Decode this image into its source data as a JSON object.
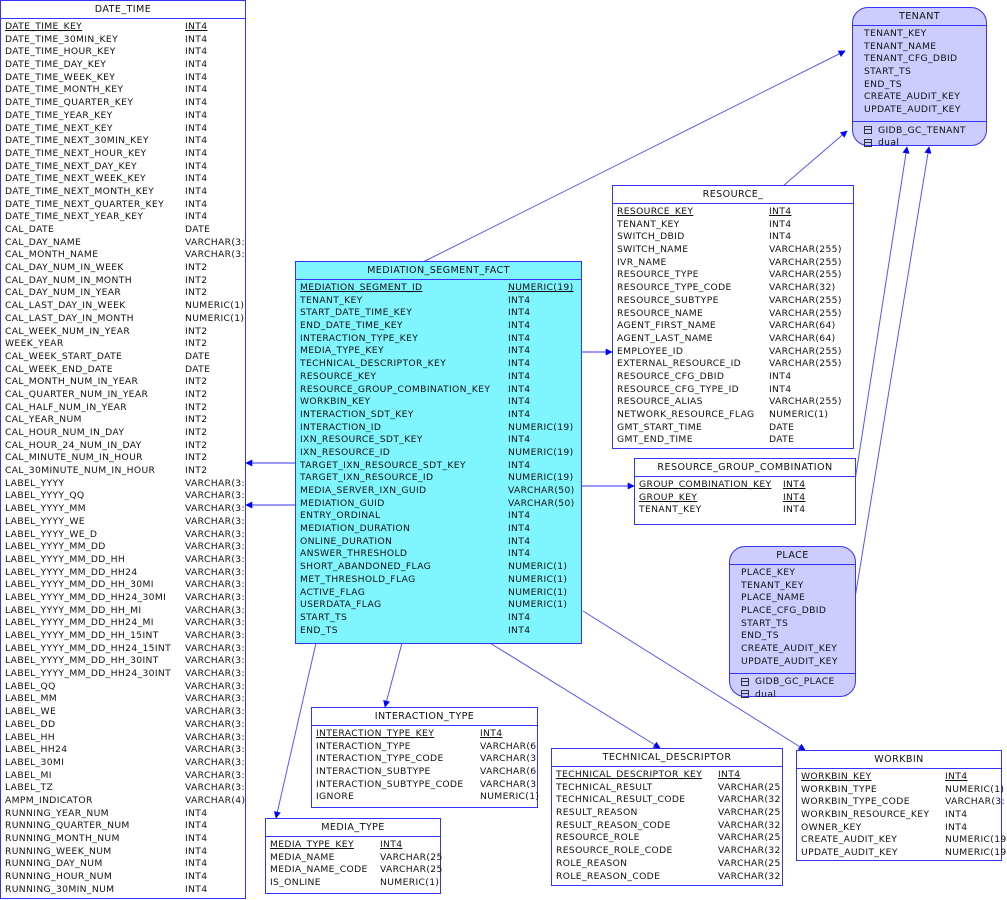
{
  "diagram": {
    "type": "entity-relationship",
    "colors": {
      "line": "#3333ff",
      "fact_fill": "#7ff5ff",
      "view_fill": "#ccccff",
      "table_fill": "#ffffff"
    }
  },
  "entities": {
    "date_time": {
      "name": "DATE_TIME",
      "columns": [
        {
          "name": "DATE_TIME_KEY",
          "type": "INT4",
          "pk": true
        },
        {
          "name": "DATE_TIME_30MIN_KEY",
          "type": "INT4"
        },
        {
          "name": "DATE_TIME_HOUR_KEY",
          "type": "INT4"
        },
        {
          "name": "DATE_TIME_DAY_KEY",
          "type": "INT4"
        },
        {
          "name": "DATE_TIME_WEEK_KEY",
          "type": "INT4"
        },
        {
          "name": "DATE_TIME_MONTH_KEY",
          "type": "INT4"
        },
        {
          "name": "DATE_TIME_QUARTER_KEY",
          "type": "INT4"
        },
        {
          "name": "DATE_TIME_YEAR_KEY",
          "type": "INT4"
        },
        {
          "name": "DATE_TIME_NEXT_KEY",
          "type": "INT4"
        },
        {
          "name": "DATE_TIME_NEXT_30MIN_KEY",
          "type": "INT4"
        },
        {
          "name": "DATE_TIME_NEXT_HOUR_KEY",
          "type": "INT4"
        },
        {
          "name": "DATE_TIME_NEXT_DAY_KEY",
          "type": "INT4"
        },
        {
          "name": "DATE_TIME_NEXT_WEEK_KEY",
          "type": "INT4"
        },
        {
          "name": "DATE_TIME_NEXT_MONTH_KEY",
          "type": "INT4"
        },
        {
          "name": "DATE_TIME_NEXT_QUARTER_KEY",
          "type": "INT4"
        },
        {
          "name": "DATE_TIME_NEXT_YEAR_KEY",
          "type": "INT4"
        },
        {
          "name": "CAL_DATE",
          "type": "DATE"
        },
        {
          "name": "CAL_DAY_NAME",
          "type": "VARCHAR(3:"
        },
        {
          "name": "CAL_MONTH_NAME",
          "type": "VARCHAR(3:"
        },
        {
          "name": "CAL_DAY_NUM_IN_WEEK",
          "type": "INT2"
        },
        {
          "name": "CAL_DAY_NUM_IN_MONTH",
          "type": "INT2"
        },
        {
          "name": "CAL_DAY_NUM_IN_YEAR",
          "type": "INT2"
        },
        {
          "name": "CAL_LAST_DAY_IN_WEEK",
          "type": "NUMERIC(1)"
        },
        {
          "name": "CAL_LAST_DAY_IN_MONTH",
          "type": "NUMERIC(1)"
        },
        {
          "name": "CAL_WEEK_NUM_IN_YEAR",
          "type": "INT2"
        },
        {
          "name": "WEEK_YEAR",
          "type": "INT2"
        },
        {
          "name": "CAL_WEEK_START_DATE",
          "type": "DATE"
        },
        {
          "name": "CAL_WEEK_END_DATE",
          "type": "DATE"
        },
        {
          "name": "CAL_MONTH_NUM_IN_YEAR",
          "type": "INT2"
        },
        {
          "name": "CAL_QUARTER_NUM_IN_YEAR",
          "type": "INT2"
        },
        {
          "name": "CAL_HALF_NUM_IN_YEAR",
          "type": "INT2"
        },
        {
          "name": "CAL_YEAR_NUM",
          "type": "INT2"
        },
        {
          "name": "CAL_HOUR_NUM_IN_DAY",
          "type": "INT2"
        },
        {
          "name": "CAL_HOUR_24_NUM_IN_DAY",
          "type": "INT2"
        },
        {
          "name": "CAL_MINUTE_NUM_IN_HOUR",
          "type": "INT2"
        },
        {
          "name": "CAL_30MINUTE_NUM_IN_HOUR",
          "type": "INT2"
        },
        {
          "name": "LABEL_YYYY",
          "type": "VARCHAR(3:"
        },
        {
          "name": "LABEL_YYYY_QQ",
          "type": "VARCHAR(3:"
        },
        {
          "name": "LABEL_YYYY_MM",
          "type": "VARCHAR(3:"
        },
        {
          "name": "LABEL_YYYY_WE",
          "type": "VARCHAR(3:"
        },
        {
          "name": "LABEL_YYYY_WE_D",
          "type": "VARCHAR(3:"
        },
        {
          "name": "LABEL_YYYY_MM_DD",
          "type": "VARCHAR(3:"
        },
        {
          "name": "LABEL_YYYY_MM_DD_HH",
          "type": "VARCHAR(3:"
        },
        {
          "name": "LABEL_YYYY_MM_DD_HH24",
          "type": "VARCHAR(3:"
        },
        {
          "name": "LABEL_YYYY_MM_DD_HH_30MI",
          "type": "VARCHAR(3:"
        },
        {
          "name": "LABEL_YYYY_MM_DD_HH24_30MI",
          "type": "VARCHAR(3:"
        },
        {
          "name": "LABEL_YYYY_MM_DD_HH_MI",
          "type": "VARCHAR(3:"
        },
        {
          "name": "LABEL_YYYY_MM_DD_HH24_MI",
          "type": "VARCHAR(3:"
        },
        {
          "name": "LABEL_YYYY_MM_DD_HH_15INT",
          "type": "VARCHAR(3:"
        },
        {
          "name": "LABEL_YYYY_MM_DD_HH24_15INT",
          "type": "VARCHAR(3:"
        },
        {
          "name": "LABEL_YYYY_MM_DD_HH_30INT",
          "type": "VARCHAR(3:"
        },
        {
          "name": "LABEL_YYYY_MM_DD_HH24_30INT",
          "type": "VARCHAR(3:"
        },
        {
          "name": "LABEL_QQ",
          "type": "VARCHAR(3:"
        },
        {
          "name": "LABEL_MM",
          "type": "VARCHAR(3:"
        },
        {
          "name": "LABEL_WE",
          "type": "VARCHAR(3:"
        },
        {
          "name": "LABEL_DD",
          "type": "VARCHAR(3:"
        },
        {
          "name": "LABEL_HH",
          "type": "VARCHAR(3:"
        },
        {
          "name": "LABEL_HH24",
          "type": "VARCHAR(3:"
        },
        {
          "name": "LABEL_30MI",
          "type": "VARCHAR(3:"
        },
        {
          "name": "LABEL_MI",
          "type": "VARCHAR(3:"
        },
        {
          "name": "LABEL_TZ",
          "type": "VARCHAR(3:"
        },
        {
          "name": "AMPM_INDICATOR",
          "type": "VARCHAR(4)"
        },
        {
          "name": "RUNNING_YEAR_NUM",
          "type": "INT4"
        },
        {
          "name": "RUNNING_QUARTER_NUM",
          "type": "INT4"
        },
        {
          "name": "RUNNING_MONTH_NUM",
          "type": "INT4"
        },
        {
          "name": "RUNNING_WEEK_NUM",
          "type": "INT4"
        },
        {
          "name": "RUNNING_DAY_NUM",
          "type": "INT4"
        },
        {
          "name": "RUNNING_HOUR_NUM",
          "type": "INT4"
        },
        {
          "name": "RUNNING_30MIN_NUM",
          "type": "INT4"
        }
      ]
    },
    "mediation_segment_fact": {
      "name": "MEDIATION_SEGMENT_FACT",
      "columns": [
        {
          "name": "MEDIATION_SEGMENT_ID",
          "type": "NUMERIC(19)",
          "pk": true
        },
        {
          "name": "TENANT_KEY",
          "type": "INT4"
        },
        {
          "name": "START_DATE_TIME_KEY",
          "type": "INT4"
        },
        {
          "name": "END_DATE_TIME_KEY",
          "type": "INT4"
        },
        {
          "name": "INTERACTION_TYPE_KEY",
          "type": "INT4"
        },
        {
          "name": "MEDIA_TYPE_KEY",
          "type": "INT4"
        },
        {
          "name": "TECHNICAL_DESCRIPTOR_KEY",
          "type": "INT4"
        },
        {
          "name": "RESOURCE_KEY",
          "type": "INT4"
        },
        {
          "name": "RESOURCE_GROUP_COMBINATION_KEY",
          "type": "INT4"
        },
        {
          "name": "WORKBIN_KEY",
          "type": "INT4"
        },
        {
          "name": "INTERACTION_SDT_KEY",
          "type": "INT4"
        },
        {
          "name": "INTERACTION_ID",
          "type": "NUMERIC(19)"
        },
        {
          "name": "IXN_RESOURCE_SDT_KEY",
          "type": "INT4"
        },
        {
          "name": "IXN_RESOURCE_ID",
          "type": "NUMERIC(19)"
        },
        {
          "name": "TARGET_IXN_RESOURCE_SDT_KEY",
          "type": "INT4"
        },
        {
          "name": "TARGET_IXN_RESOURCE_ID",
          "type": "NUMERIC(19)"
        },
        {
          "name": "MEDIA_SERVER_IXN_GUID",
          "type": "VARCHAR(50)"
        },
        {
          "name": "MEDIATION_GUID",
          "type": "VARCHAR(50)"
        },
        {
          "name": "ENTRY_ORDINAL",
          "type": "INT4"
        },
        {
          "name": "MEDIATION_DURATION",
          "type": "INT4"
        },
        {
          "name": "ONLINE_DURATION",
          "type": "INT4"
        },
        {
          "name": "ANSWER_THRESHOLD",
          "type": "INT4"
        },
        {
          "name": "SHORT_ABANDONED_FLAG",
          "type": "NUMERIC(1)"
        },
        {
          "name": "MET_THRESHOLD_FLAG",
          "type": "NUMERIC(1)"
        },
        {
          "name": "ACTIVE_FLAG",
          "type": "NUMERIC(1)"
        },
        {
          "name": "USERDATA_FLAG",
          "type": "NUMERIC(1)"
        },
        {
          "name": "START_TS",
          "type": "INT4"
        },
        {
          "name": "END_TS",
          "type": "INT4"
        }
      ]
    },
    "resource": {
      "name": "RESOURCE_",
      "columns": [
        {
          "name": "RESOURCE_KEY",
          "type": "INT4",
          "pk": true
        },
        {
          "name": "TENANT_KEY",
          "type": "INT4"
        },
        {
          "name": "SWITCH_DBID",
          "type": "INT4"
        },
        {
          "name": "SWITCH_NAME",
          "type": "VARCHAR(255)"
        },
        {
          "name": "IVR_NAME",
          "type": "VARCHAR(255)"
        },
        {
          "name": "RESOURCE_TYPE",
          "type": "VARCHAR(255)"
        },
        {
          "name": "RESOURCE_TYPE_CODE",
          "type": "VARCHAR(32)"
        },
        {
          "name": "RESOURCE_SUBTYPE",
          "type": "VARCHAR(255)"
        },
        {
          "name": "RESOURCE_NAME",
          "type": "VARCHAR(255)"
        },
        {
          "name": "AGENT_FIRST_NAME",
          "type": "VARCHAR(64)"
        },
        {
          "name": "AGENT_LAST_NAME",
          "type": "VARCHAR(64)"
        },
        {
          "name": "EMPLOYEE_ID",
          "type": "VARCHAR(255)"
        },
        {
          "name": "EXTERNAL_RESOURCE_ID",
          "type": "VARCHAR(255)"
        },
        {
          "name": "RESOURCE_CFG_DBID",
          "type": "INT4"
        },
        {
          "name": "RESOURCE_CFG_TYPE_ID",
          "type": "INT4"
        },
        {
          "name": "RESOURCE_ALIAS",
          "type": "VARCHAR(255)"
        },
        {
          "name": "NETWORK_RESOURCE_FLAG",
          "type": "NUMERIC(1)"
        },
        {
          "name": "GMT_START_TIME",
          "type": "DATE"
        },
        {
          "name": "GMT_END_TIME",
          "type": "DATE"
        }
      ]
    },
    "resource_group_combination": {
      "name": "RESOURCE_GROUP_COMBINATION",
      "columns": [
        {
          "name": "GROUP_COMBINATION_KEY",
          "type": "INT4",
          "pk": true
        },
        {
          "name": "GROUP_KEY",
          "type": "INT4",
          "pk": true
        },
        {
          "name": "TENANT_KEY",
          "type": "INT4"
        }
      ]
    },
    "tenant": {
      "name": "TENANT",
      "columns": [
        "TENANT_KEY",
        "TENANT_NAME",
        "TENANT_CFG_DBID",
        "START_TS",
        "END_TS",
        "CREATE_AUDIT_KEY",
        "UPDATE_AUDIT_KEY"
      ],
      "sources": [
        "GIDB_GC_TENANT",
        "dual"
      ]
    },
    "place": {
      "name": "PLACE",
      "columns": [
        "PLACE_KEY",
        "TENANT_KEY",
        "PLACE_NAME",
        "PLACE_CFG_DBID",
        "START_TS",
        "END_TS",
        "CREATE_AUDIT_KEY",
        "UPDATE_AUDIT_KEY"
      ],
      "sources": [
        "GIDB_GC_PLACE",
        "dual"
      ]
    },
    "interaction_type": {
      "name": "INTERACTION_TYPE",
      "columns": [
        {
          "name": "INTERACTION_TYPE_KEY",
          "type": "INT4",
          "pk": true
        },
        {
          "name": "INTERACTION_TYPE",
          "type": "VARCHAR(6"
        },
        {
          "name": "INTERACTION_TYPE_CODE",
          "type": "VARCHAR(3"
        },
        {
          "name": "INTERACTION_SUBTYPE",
          "type": "VARCHAR(6"
        },
        {
          "name": "INTERACTION_SUBTYPE_CODE",
          "type": "VARCHAR(3"
        },
        {
          "name": "IGNORE",
          "type": "NUMERIC(1)"
        }
      ]
    },
    "media_type": {
      "name": "MEDIA_TYPE",
      "columns": [
        {
          "name": "MEDIA_TYPE_KEY",
          "type": "INT4",
          "pk": true
        },
        {
          "name": "MEDIA_NAME",
          "type": "VARCHAR(25"
        },
        {
          "name": "MEDIA_NAME_CODE",
          "type": "VARCHAR(25"
        },
        {
          "name": "IS_ONLINE",
          "type": "NUMERIC(1)"
        }
      ]
    },
    "technical_descriptor": {
      "name": "TECHNICAL_DESCRIPTOR",
      "columns": [
        {
          "name": "TECHNICAL_DESCRIPTOR_KEY",
          "type": "INT4",
          "pk": true
        },
        {
          "name": "TECHNICAL_RESULT",
          "type": "VARCHAR(25"
        },
        {
          "name": "TECHNICAL_RESULT_CODE",
          "type": "VARCHAR(32"
        },
        {
          "name": "RESULT_REASON",
          "type": "VARCHAR(25"
        },
        {
          "name": "RESULT_REASON_CODE",
          "type": "VARCHAR(32"
        },
        {
          "name": "RESOURCE_ROLE",
          "type": "VARCHAR(25"
        },
        {
          "name": "RESOURCE_ROLE_CODE",
          "type": "VARCHAR(32"
        },
        {
          "name": "ROLE_REASON",
          "type": "VARCHAR(25"
        },
        {
          "name": "ROLE_REASON_CODE",
          "type": "VARCHAR(32"
        }
      ]
    },
    "workbin": {
      "name": "WORKBIN",
      "columns": [
        {
          "name": "WORKBIN_KEY",
          "type": "INT4",
          "pk": true
        },
        {
          "name": "WORKBIN_TYPE",
          "type": "NUMERIC(1)"
        },
        {
          "name": "WORKBIN_TYPE_CODE",
          "type": "VARCHAR(3:"
        },
        {
          "name": "WORKBIN_RESOURCE_KEY",
          "type": "INT4"
        },
        {
          "name": "OWNER_KEY",
          "type": "INT4"
        },
        {
          "name": "CREATE_AUDIT_KEY",
          "type": "NUMERIC(19"
        },
        {
          "name": "UPDATE_AUDIT_KEY",
          "type": "NUMERIC(19"
        }
      ]
    }
  },
  "relationships": [
    {
      "from": "mediation_segment_fact",
      "to": "tenant"
    },
    {
      "from": "resource",
      "to": "tenant"
    },
    {
      "from": "resource_group_combination",
      "to": "tenant"
    },
    {
      "from": "place",
      "to": "tenant"
    },
    {
      "from": "mediation_segment_fact",
      "to": "date_time"
    },
    {
      "from": "mediation_segment_fact",
      "to": "date_time"
    },
    {
      "from": "mediation_segment_fact",
      "to": "resource"
    },
    {
      "from": "mediation_segment_fact",
      "to": "resource_group_combination"
    },
    {
      "from": "mediation_segment_fact",
      "to": "interaction_type"
    },
    {
      "from": "mediation_segment_fact",
      "to": "media_type"
    },
    {
      "from": "mediation_segment_fact",
      "to": "technical_descriptor"
    },
    {
      "from": "mediation_segment_fact",
      "to": "workbin"
    }
  ]
}
